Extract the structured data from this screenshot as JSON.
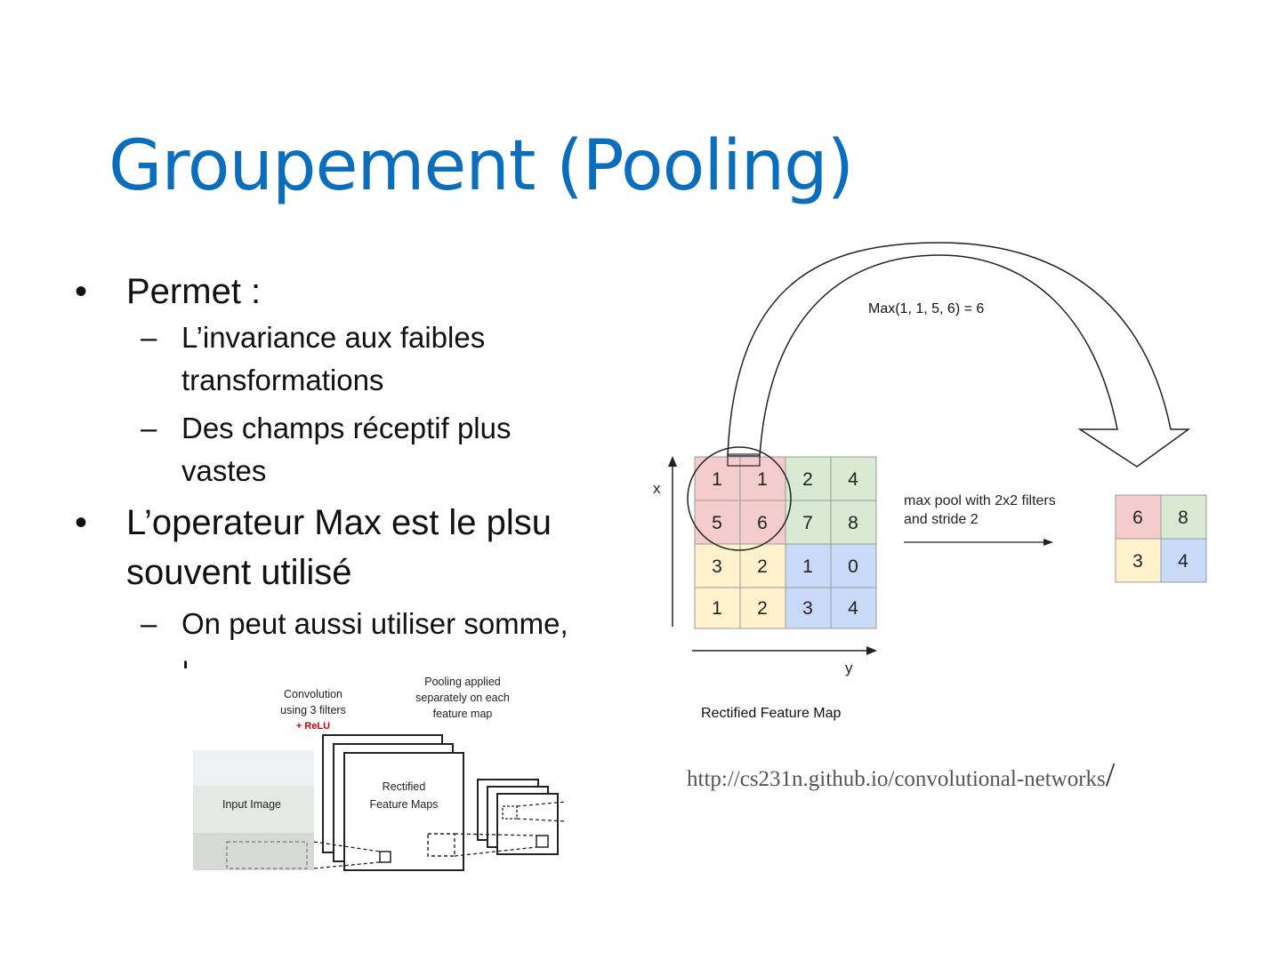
{
  "slide": {
    "title": "Groupement (Pooling)",
    "bullets": {
      "b1": "Permet :",
      "b1_sub1_line1": "L’invariance aux faibles",
      "b1_sub1_line2": "transformations",
      "b1_sub2_line1": "Des champs réceptif plus",
      "b1_sub2_line2": "vastes",
      "b2_line1": "L’operateur Max est le plsu",
      "b2_line2": "souvent utilisé",
      "b2_sub1": "On peut aussi utiliser somme,",
      "b2_sub1_partial": "ı"
    },
    "bullet_char": "•",
    "dash_char": "–"
  },
  "pool_figure": {
    "formula": "Max(1, 1, 5, 6) = 6",
    "axis_x": "x",
    "axis_y": "y",
    "grid": [
      [
        "1",
        "1",
        "2",
        "4"
      ],
      [
        "5",
        "6",
        "7",
        "8"
      ],
      [
        "3",
        "2",
        "1",
        "0"
      ],
      [
        "1",
        "2",
        "3",
        "4"
      ]
    ],
    "desc_line1": "max pool with 2x2 filters",
    "desc_line2": "and stride 2",
    "output": [
      [
        "6",
        "8"
      ],
      [
        "3",
        "4"
      ]
    ],
    "caption": "Rectified Feature Map",
    "colors": {
      "red": "#f4cccc",
      "green": "#d9ead3",
      "yellow": "#fff2cc",
      "blue": "#c9daf8",
      "border": "#999999"
    }
  },
  "cnn_figure": {
    "label_conv_1": "Convolution",
    "label_conv_2": "using 3 filters",
    "label_conv_3": "+ ReLU",
    "label_pool_1": "Pooling applied",
    "label_pool_2": "separately on each",
    "label_pool_3": "feature map",
    "label_input": "Input Image",
    "label_rect_1": "Rectified",
    "label_rect_2": "Feature Maps"
  },
  "source": {
    "url": "http://cs231n.github.io/convolutional-networks",
    "url_suffix": "/"
  }
}
